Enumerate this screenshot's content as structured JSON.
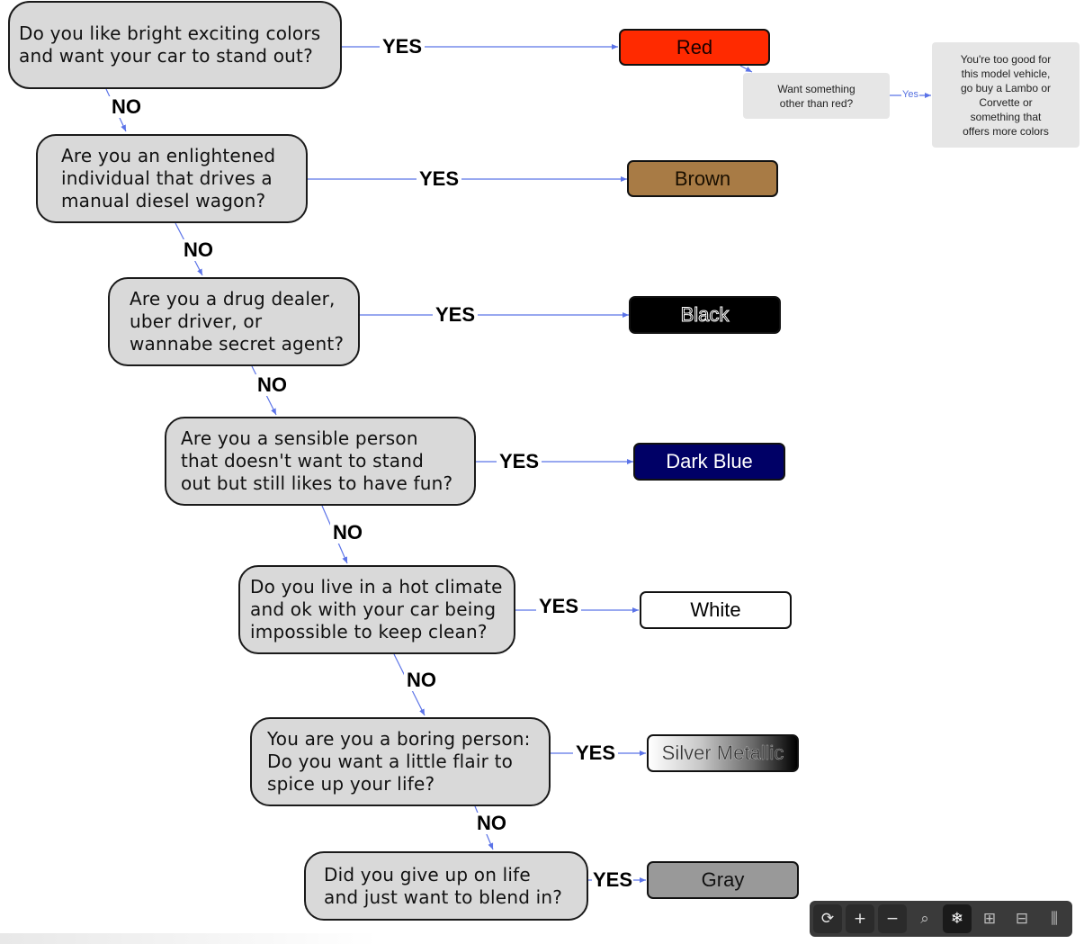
{
  "flowchart": {
    "questions": [
      {
        "text": "Do you like bright exciting colors\nand want your car to stand out?"
      },
      {
        "text": "Are you an enlightened\nindividual that drives a\nmanual diesel wagon?"
      },
      {
        "text": "Are you a drug dealer,\nuber driver, or\nwannabe secret agent?"
      },
      {
        "text": "Are you a sensible person\nthat doesn't want to stand\nout but still likes to have fun?"
      },
      {
        "text": "Do you live in a hot climate\nand ok with your car being\nimpossible to keep clean?"
      },
      {
        "text": "You are you a boring person:\nDo you want a little flair to\nspice up your life?"
      },
      {
        "text": "Did you give up on life\nand just want to blend in?"
      }
    ],
    "answers": [
      {
        "text": "Red",
        "color": "#ff2a00"
      },
      {
        "text": "Brown",
        "color": "#a87b45"
      },
      {
        "text": "Black",
        "color": "#000000"
      },
      {
        "text": "Dark Blue",
        "color": "#000066"
      },
      {
        "text": "White",
        "color": "#ffffff"
      },
      {
        "text": "Silver Metallic",
        "color": "#c0c0c0"
      },
      {
        "text": "Gray",
        "color": "#999999"
      }
    ],
    "yes_label": "YES",
    "no_label": "NO",
    "side_note": {
      "question": "Want something\nother than red?",
      "edge_label": "Yes",
      "answer": "You're too good for\nthis model vehicle,\ngo buy a Lambo or\nCorvette or\nsomething that\noffers more colors"
    },
    "edge_color": "#5b73e8"
  },
  "toolbar": {
    "buttons": [
      {
        "icon": "refresh-icon",
        "glyph": "⟳"
      },
      {
        "icon": "zoom-in-icon",
        "glyph": "+"
      },
      {
        "icon": "zoom-out-icon",
        "glyph": "−"
      },
      {
        "icon": "search-icon",
        "glyph": "⌕"
      },
      {
        "icon": "snowflake-icon",
        "glyph": "❄"
      },
      {
        "icon": "grid-icon",
        "glyph": "⊞"
      },
      {
        "icon": "align-center-icon",
        "glyph": "⊟"
      },
      {
        "icon": "distribute-icon",
        "glyph": "⫼"
      }
    ]
  }
}
